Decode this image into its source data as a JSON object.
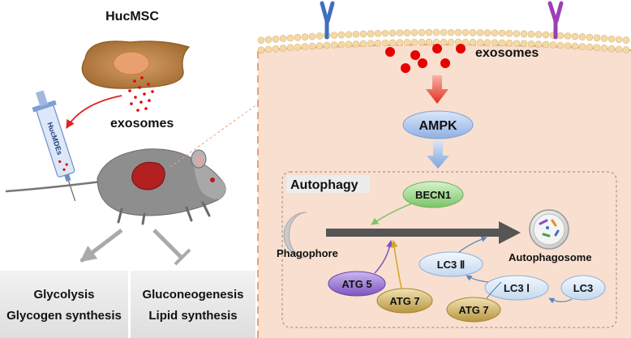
{
  "left": {
    "cell_label": "HucMSC",
    "exosomes_label": "exosomes",
    "syringe_label": "HucMDEs",
    "outcomes_promoted": [
      "Glycolysis",
      "Glycogen synthesis"
    ],
    "outcomes_inhibited": [
      "Gluconeogenesis",
      "Lipid synthesis"
    ]
  },
  "right": {
    "exosomes_label": "exosomes",
    "ampk_label": "AMPK",
    "autophagy_title": "Autophagy",
    "becn1_label": "BECN1",
    "phagophore_label": "Phagophore",
    "autophagosome_label": "Autophagosome",
    "atg5_label": "ATG 5",
    "atg7_left_label": "ATG 7",
    "atg7_right_label": "ATG 7",
    "lc3_ii_label": "LC3 Ⅱ",
    "lc3_i_label": "LC3 Ⅰ",
    "lc3_label": "LC3"
  },
  "colors": {
    "cell_bg": "#f9dfcf",
    "membrane_dashed": "#e8a07a",
    "exosome_red": "#e00000",
    "ampk_blue": "#a9c4ec",
    "becn1_green": "#8fd27a",
    "atg5_purple": "#8b63c9",
    "atg7_gold": "#c9a64a",
    "lc3_blue": "#d6e6f7",
    "main_arrow": "#555555"
  }
}
